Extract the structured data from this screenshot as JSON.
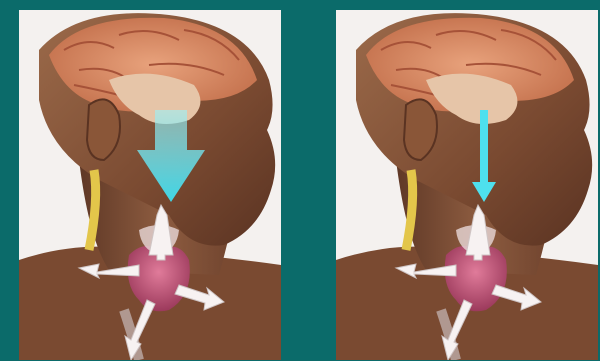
{
  "image": {
    "panels": [
      {
        "id": "left",
        "arrow_size": "large",
        "arrow_color": "#4ee0ee"
      },
      {
        "id": "right",
        "arrow_size": "small",
        "arrow_color": "#4ee0ee"
      }
    ],
    "colors": {
      "frame": "#0b6b6a",
      "brain": "#d98a62",
      "skin": "#8b5a3f",
      "thyroid": "#c0567a",
      "outward_arrows": "#f7f2f2"
    }
  }
}
